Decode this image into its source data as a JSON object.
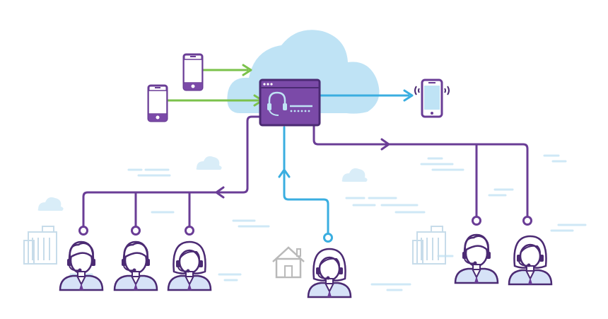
{
  "diagram": {
    "colors": {
      "purple": "#6a3d96",
      "purple_dark": "#4b2a73",
      "purple_fill": "#7b4aa8",
      "blue": "#3aaee0",
      "green": "#7bc24b",
      "cloud": "#bfe3f5",
      "light_blue": "#cfe8f6",
      "building": "#c7dcea",
      "house": "#b9b9b9",
      "agent_shirt": "#d6e2f7",
      "agent_skin": "#ffffff"
    },
    "nodes": {
      "cloud": {
        "icon": "cloud-icon"
      },
      "call_center_app": {
        "icon": "headset-screen-icon"
      },
      "incoming_phones": [
        {
          "icon": "smartphone-icon"
        },
        {
          "icon": "smartphone-icon"
        }
      ],
      "outgoing_phone": {
        "icon": "ringing-smartphone-icon"
      },
      "office_left": {
        "icon": "office-building-icon"
      },
      "office_right": {
        "icon": "office-building-icon"
      },
      "home": {
        "icon": "house-icon"
      },
      "agents": [
        {
          "icon": "male-agent-headset-icon",
          "group": "left-office"
        },
        {
          "icon": "male-agent-headset-icon",
          "group": "left-office"
        },
        {
          "icon": "female-agent-headset-icon",
          "group": "left-office"
        },
        {
          "icon": "female-agent-headset-icon",
          "group": "remote-home"
        },
        {
          "icon": "male-agent-headset-icon",
          "group": "right-office"
        },
        {
          "icon": "female-agent-headset-icon",
          "group": "right-office"
        }
      ]
    }
  }
}
